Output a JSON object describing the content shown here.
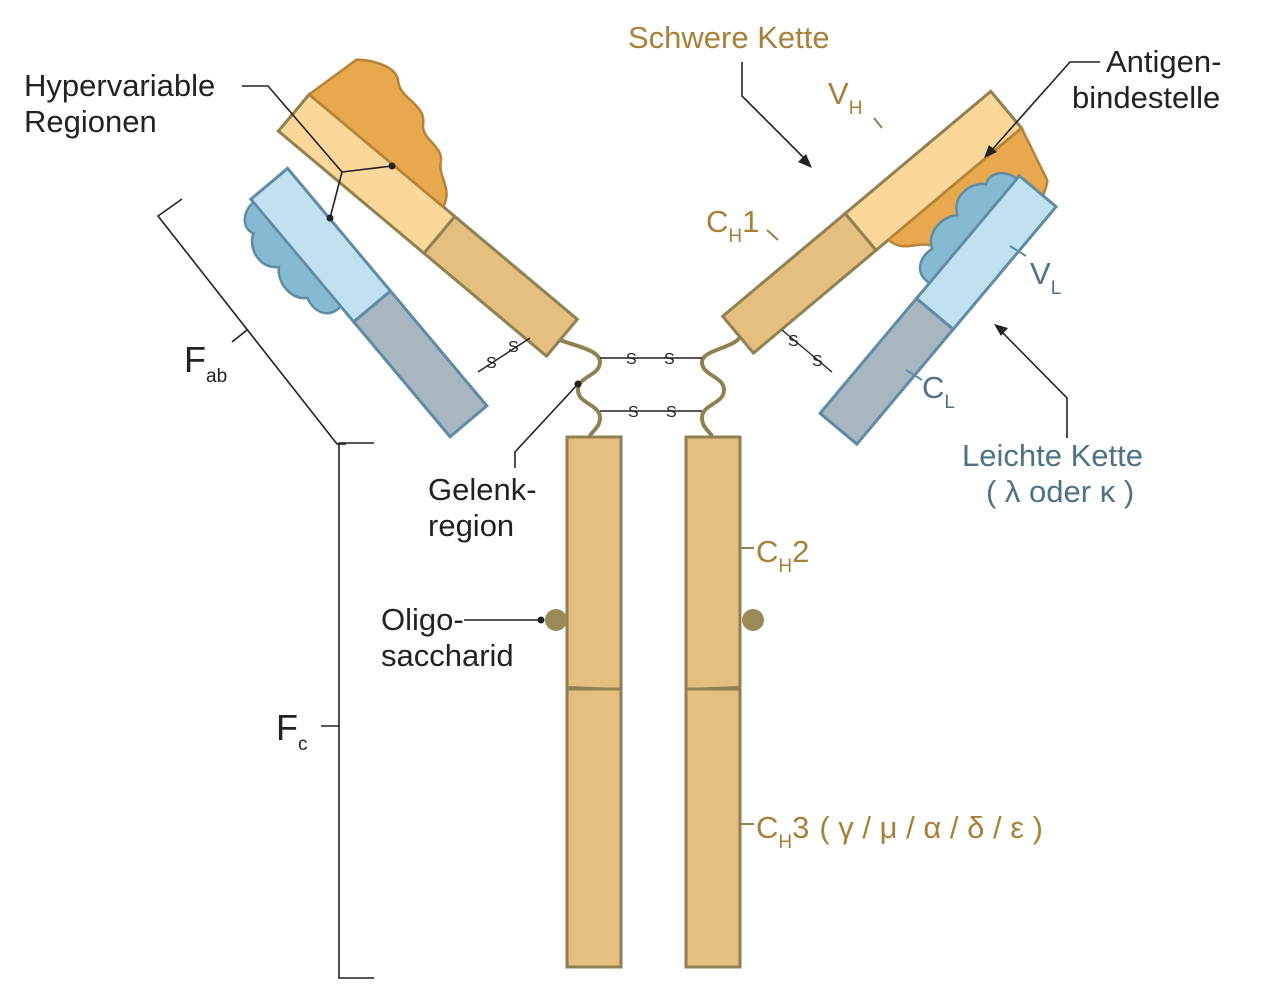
{
  "labels": {
    "hypervariable_1": "Hypervariable",
    "hypervariable_2": "Regionen",
    "schwere_kette": "Schwere Kette",
    "antigen_1": "Antigen-",
    "antigen_2": "bindestelle",
    "vh_main": "V",
    "vh_sub": "H",
    "ch1_main": "C",
    "ch1_sub": "H",
    "ch1_num": "1",
    "vl_main": "V",
    "vl_sub": "L",
    "cl_main": "C",
    "cl_sub": "L",
    "leichte_1": "Leichte Kette",
    "leichte_2": "( λ oder κ )",
    "fab_main": "F",
    "fab_sub": "ab",
    "fc_main": "F",
    "fc_sub": "c",
    "gelenk_1": "Gelenk-",
    "gelenk_2": "region",
    "oligo_1": "Oligo-",
    "oligo_2": "saccharid",
    "ch2_main": "C",
    "ch2_sub": "H",
    "ch2_num": "2",
    "ch3_main": "C",
    "ch3_sub": "H",
    "ch3_num": "3",
    "ch3_isotypes": "( γ / μ / α / δ / ε )",
    "disulfide": "S"
  },
  "colors": {
    "heavy_chain_constant": "#e4bf80",
    "heavy_chain_variable": "#fbd79a",
    "light_chain_variable": "#c0e1f0",
    "light_chain_constant": "#a8b6bf",
    "heavy_label": "#a8803a",
    "light_label": "#4f7186",
    "oligosaccharide": "#9a8a55"
  }
}
